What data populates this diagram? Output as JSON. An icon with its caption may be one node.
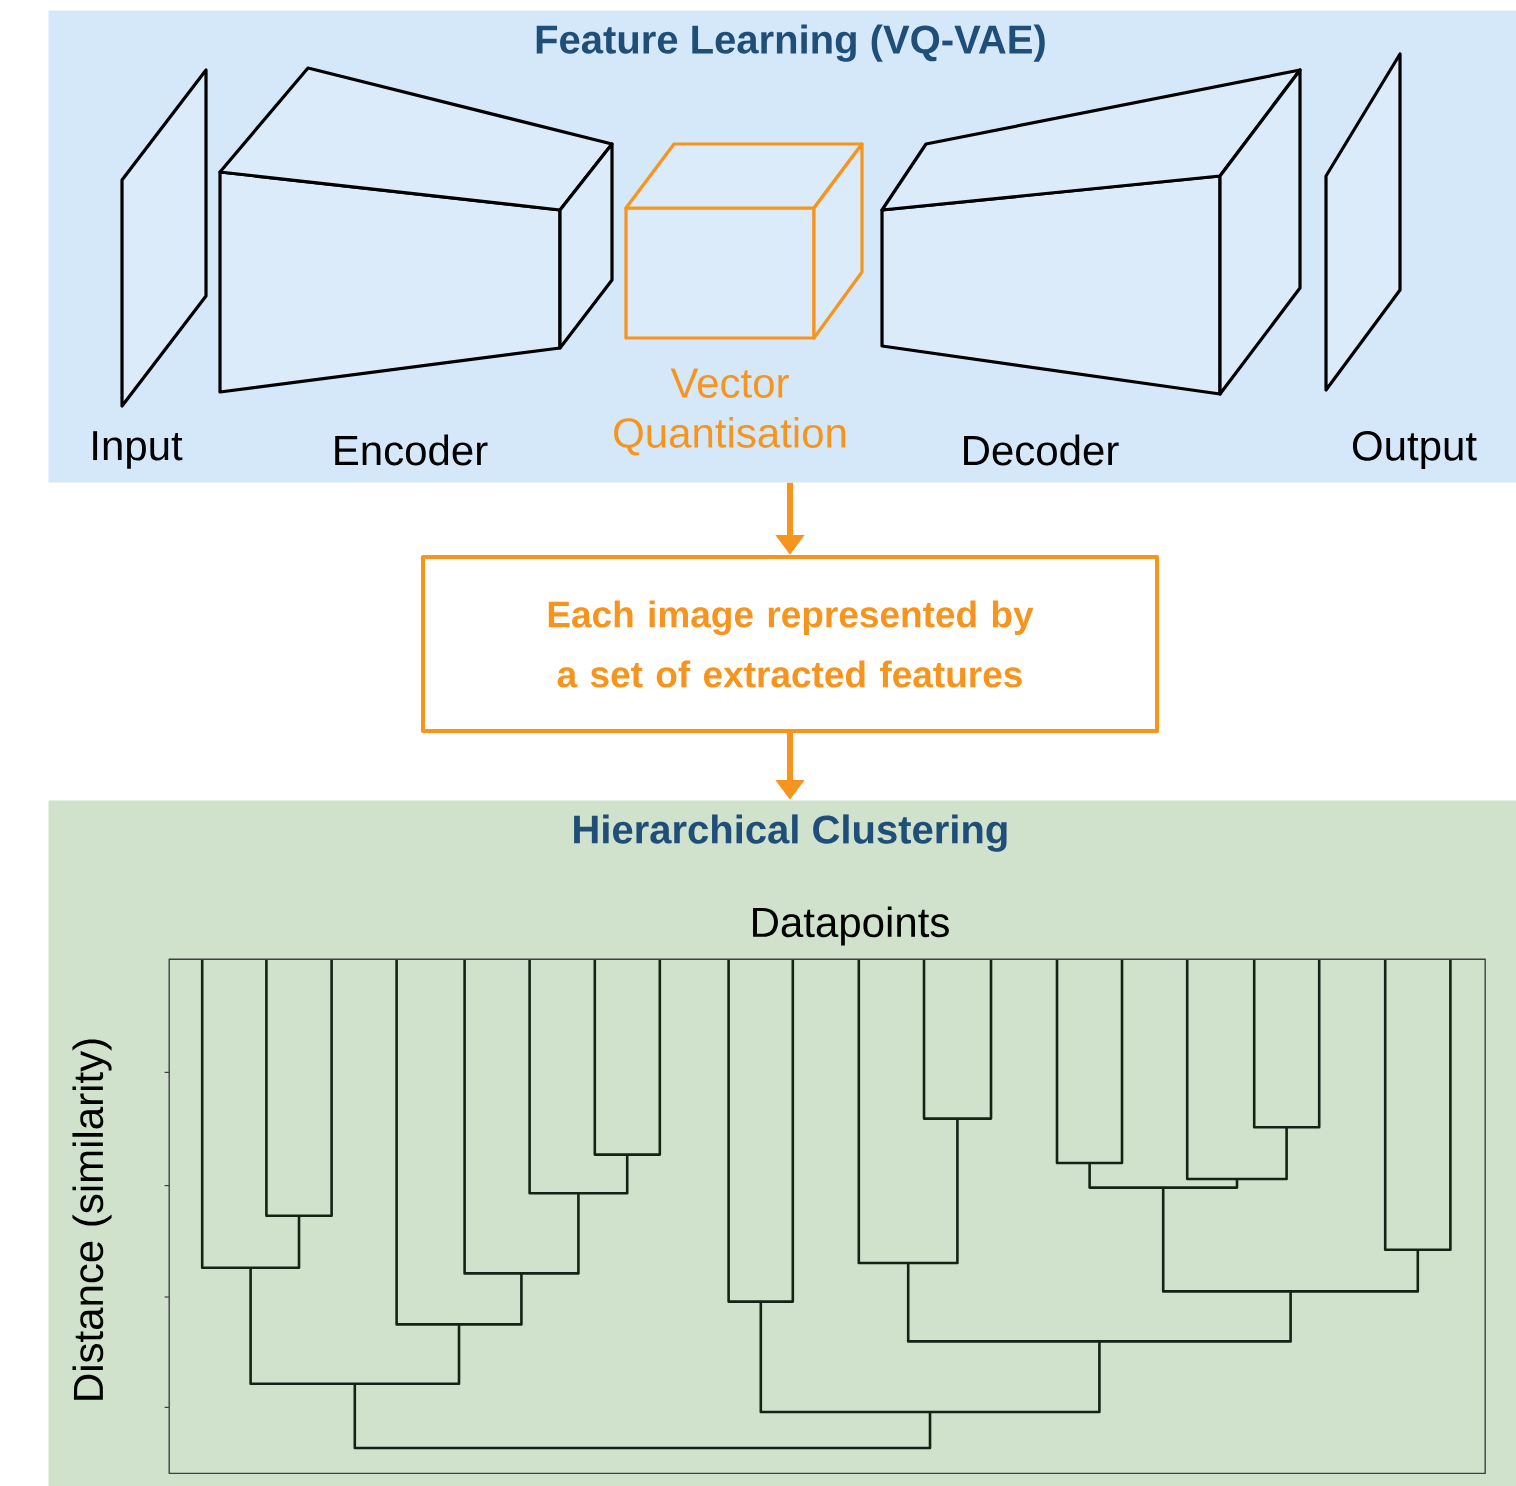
{
  "diagram": {
    "nodes": [
      {
        "text": [
          "Feature Learning (VQ-VAE)"
        ]
      },
      {
        "text": [
          "Input"
        ],
        "in": 0
      },
      {
        "text": [
          "Encoder"
        ],
        "in": 0
      },
      {
        "text": [
          "Vector Quantisation"
        ],
        "in": 0
      },
      {
        "text": [
          "Decoder"
        ],
        "in": 0
      },
      {
        "text": [
          "Output"
        ],
        "in": 0
      },
      {
        "text": [
          "Each image represented by a set of extracted features"
        ]
      },
      {
        "text": [
          "Hierarchical Clustering"
        ]
      }
    ],
    "edges": [
      {
        "from": 0,
        "to": 6,
        "arrow": "to"
      },
      {
        "from": 6,
        "to": 7,
        "arrow": "to"
      }
    ],
    "labels": [
      "Datapoints",
      "Distance (similarity)"
    ]
  }
}
